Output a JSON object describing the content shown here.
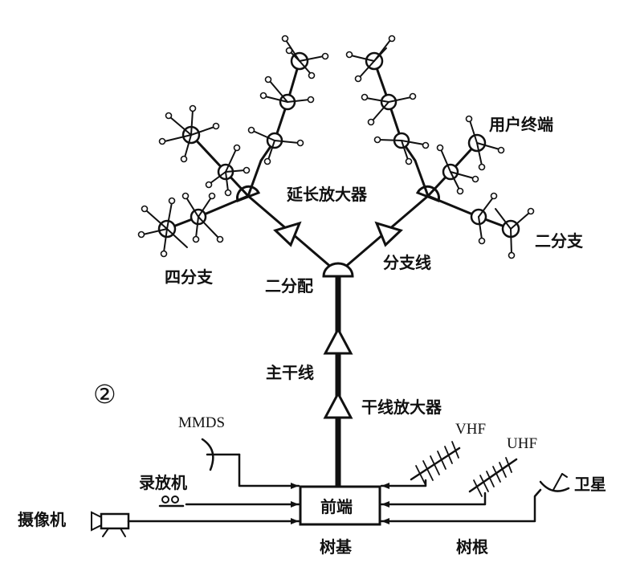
{
  "figure_number": "②",
  "labels": {
    "user_terminal": "用户终端",
    "extension_amplifier": "延长放大器",
    "two_way_tap": "二分支",
    "four_way_tap": "四分支",
    "branch_line": "分支线",
    "two_way_splitter": "二分配",
    "main_trunk": "主干线",
    "trunk_amplifier": "干线放大器",
    "mmds": "MMDS",
    "vhf": "VHF",
    "uhf": "UHF",
    "satellite": "卫星",
    "vcr": "录放机",
    "camera": "摄像机",
    "headend": "前端",
    "tree_base": "树基",
    "tree_root": "树根"
  },
  "icons": {
    "amplifier": "triangle-amplifier-icon",
    "splitter": "half-circle-splitter-icon",
    "tap": "circle-tap-icon",
    "terminal": "small-circle-terminal-icon",
    "antenna": "yagi-antenna-icon",
    "dish": "satellite-dish-icon",
    "vcr": "vcr-icon",
    "camera": "video-camera-icon"
  },
  "colors": {
    "ink": "#111111",
    "background": "#ffffff"
  }
}
